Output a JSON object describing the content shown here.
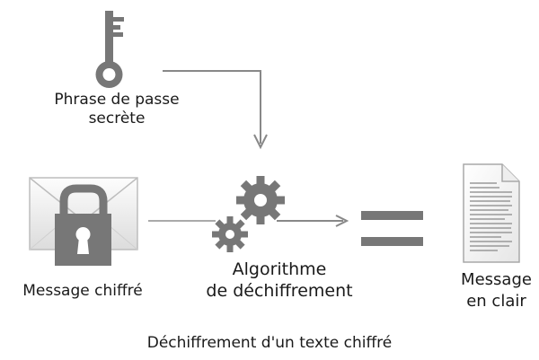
{
  "labels": {
    "passphrase_line1": "Phrase de passe",
    "passphrase_line2": "secrète",
    "encrypted_message": "Message chiffré",
    "algorithm_line1": "Algorithme",
    "algorithm_line2": "de déchiffrement",
    "plaintext_line1": "Message",
    "plaintext_line2": "en clair"
  },
  "caption": "Déchiffrement d'un texte chiffré",
  "icons": [
    "key-icon",
    "encrypted-envelope-icon",
    "padlock-icon",
    "gears-icon",
    "equals-sign",
    "document-icon"
  ],
  "colors": {
    "icon_gray": "#777777",
    "arrow_gray": "#888888",
    "envelope_light": "#f3f3f3",
    "document_line": "#999999"
  }
}
